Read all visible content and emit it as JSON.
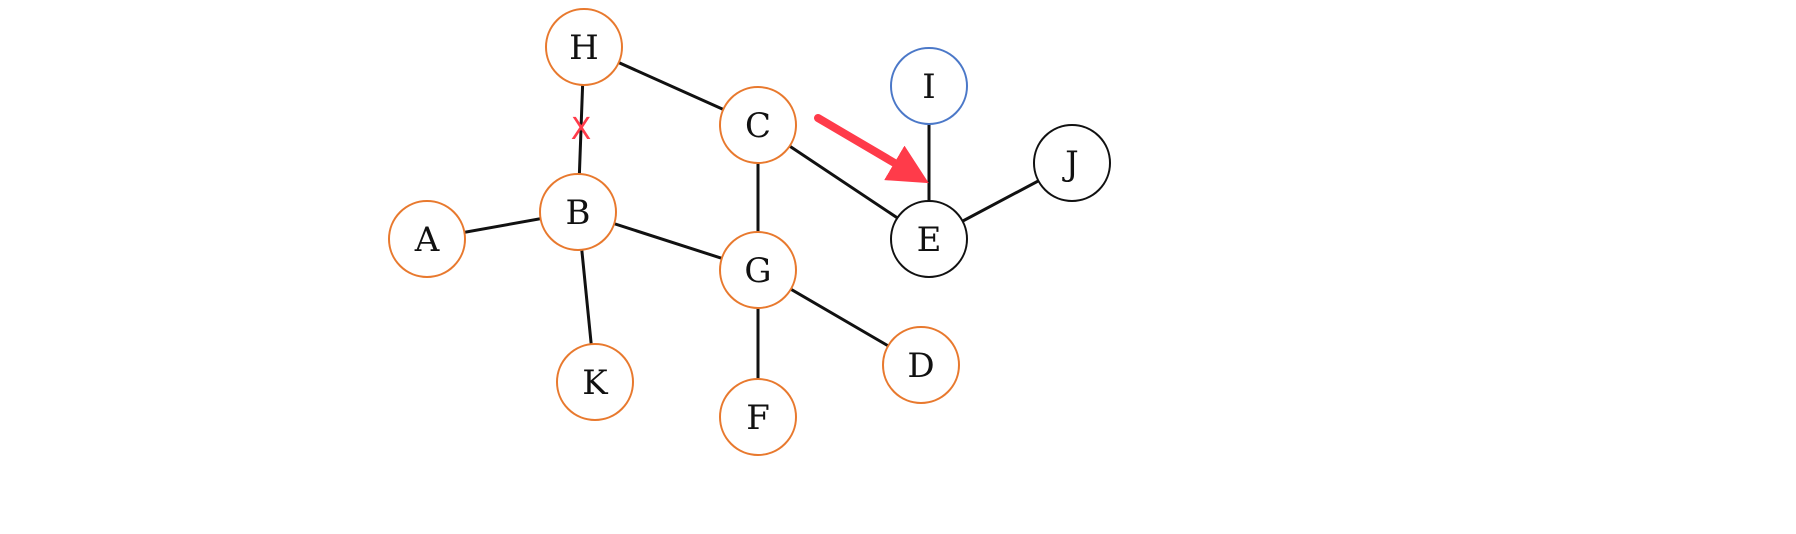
{
  "graph": {
    "colors": {
      "visited": "#e8792e",
      "highlight": "#4b78c8",
      "unvisited": "#111111",
      "arrow": "#ff3b4a",
      "cut": "#ff3b4a",
      "edge": "#111111"
    },
    "nodes": [
      {
        "id": "H",
        "label": "H",
        "state": "visited"
      },
      {
        "id": "C",
        "label": "C",
        "state": "visited"
      },
      {
        "id": "B",
        "label": "B",
        "state": "visited"
      },
      {
        "id": "A",
        "label": "A",
        "state": "visited"
      },
      {
        "id": "G",
        "label": "G",
        "state": "visited"
      },
      {
        "id": "K",
        "label": "K",
        "state": "visited"
      },
      {
        "id": "F",
        "label": "F",
        "state": "visited"
      },
      {
        "id": "D",
        "label": "D",
        "state": "visited"
      },
      {
        "id": "I",
        "label": "I",
        "state": "highlight"
      },
      {
        "id": "E",
        "label": "E",
        "state": "unvisited"
      },
      {
        "id": "J",
        "label": "J",
        "state": "unvisited"
      }
    ],
    "edges": [
      {
        "from": "H",
        "to": "C",
        "cut": false
      },
      {
        "from": "H",
        "to": "B",
        "cut": true
      },
      {
        "from": "C",
        "to": "G",
        "cut": false
      },
      {
        "from": "C",
        "to": "E",
        "cut": false
      },
      {
        "from": "B",
        "to": "A",
        "cut": false
      },
      {
        "from": "B",
        "to": "G",
        "cut": false
      },
      {
        "from": "B",
        "to": "K",
        "cut": false
      },
      {
        "from": "G",
        "to": "F",
        "cut": false
      },
      {
        "from": "G",
        "to": "D",
        "cut": false
      },
      {
        "from": "I",
        "to": "E",
        "cut": false
      },
      {
        "from": "E",
        "to": "J",
        "cut": false
      }
    ],
    "cut_mark": "X",
    "arrow_target": "E"
  }
}
